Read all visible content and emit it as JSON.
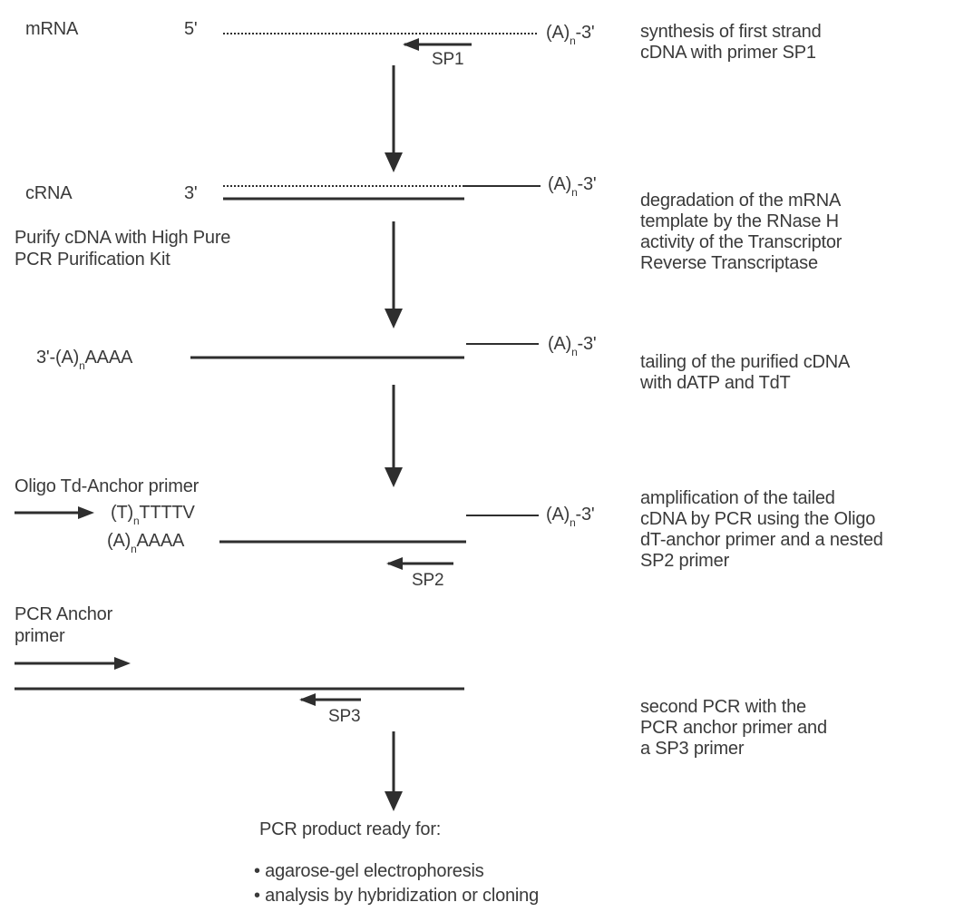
{
  "steps": {
    "s1": {
      "label": "mRNA",
      "five_prime": "5'",
      "polyA": "(A)",
      "polyA_sub": "n",
      "three_prime": "-3'",
      "primer": "SP1",
      "desc": [
        "synthesis of first strand",
        "cDNA with primer SP1"
      ]
    },
    "s2": {
      "label": "cRNA",
      "three_prime_left": "3'",
      "polyA": "(A)",
      "polyA_sub": "n",
      "three_prime": "-3'",
      "note": [
        "Purify cDNA with High Pure",
        "PCR Purification Kit"
      ],
      "desc": [
        "degradation of the mRNA",
        "template by the RNase H",
        "activity of the Transcriptor",
        "Reverse Transcriptase"
      ]
    },
    "s3": {
      "tail_prefix": "3'-(A)",
      "tail_sub": "n",
      "tail_suffix": "AAAA",
      "polyA": "(A)",
      "polyA_sub": "n",
      "three_prime": "-3'",
      "desc": [
        "tailing of the purified cDNA",
        "with dATP and TdT"
      ]
    },
    "s4": {
      "label": "Oligo Td-Anchor primer",
      "t_prefix": "(T)",
      "t_sub": "n",
      "t_suffix": "TTTTV",
      "a_prefix": "(A)",
      "a_sub": "n",
      "a_suffix": "AAAA",
      "polyA": "(A)",
      "polyA_sub": "n",
      "three_prime": "-3'",
      "primer": "SP2",
      "desc": [
        "amplification of the tailed",
        "cDNA by PCR using the Oligo",
        "dT-anchor primer and a nested",
        "SP2 primer"
      ]
    },
    "s5": {
      "label": [
        "PCR Anchor",
        "primer"
      ],
      "primer": "SP3",
      "desc": [
        "second PCR with the",
        "PCR anchor primer and",
        "a SP3 primer"
      ]
    }
  },
  "result": {
    "title": "PCR product ready for:",
    "items": [
      "agarose-gel electrophoresis",
      "analysis by hybridization or cloning"
    ]
  },
  "colors": {
    "ink": "#3a3a3a",
    "line": "#2e2e2e",
    "background": "#ffffff"
  }
}
